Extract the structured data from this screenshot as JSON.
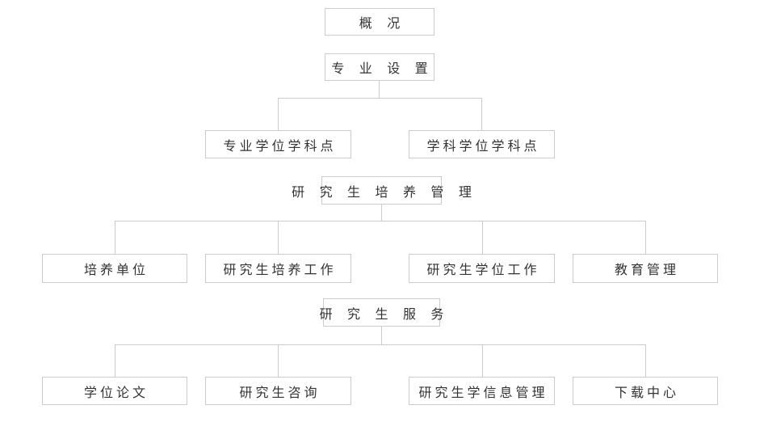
{
  "colors": {
    "background": "#ffffff",
    "box_border": "#cccccc",
    "connector_line": "#cccccc",
    "text": "#333333"
  },
  "sitemap": {
    "sections": [
      {
        "root": "概 况",
        "children": []
      },
      {
        "root": "专 业 设 置",
        "children": [
          "专业学位学科点",
          "学科学位学科点"
        ]
      },
      {
        "root": "研 究 生 培 养 管 理",
        "children": [
          "培养单位",
          "研究生培养工作",
          "研究生学位工作",
          "教育管理"
        ]
      },
      {
        "root": "研 究 生 服 务",
        "children": [
          "学位论文",
          "研究生咨询",
          "研究生学信息管理",
          "下载中心"
        ]
      }
    ]
  }
}
